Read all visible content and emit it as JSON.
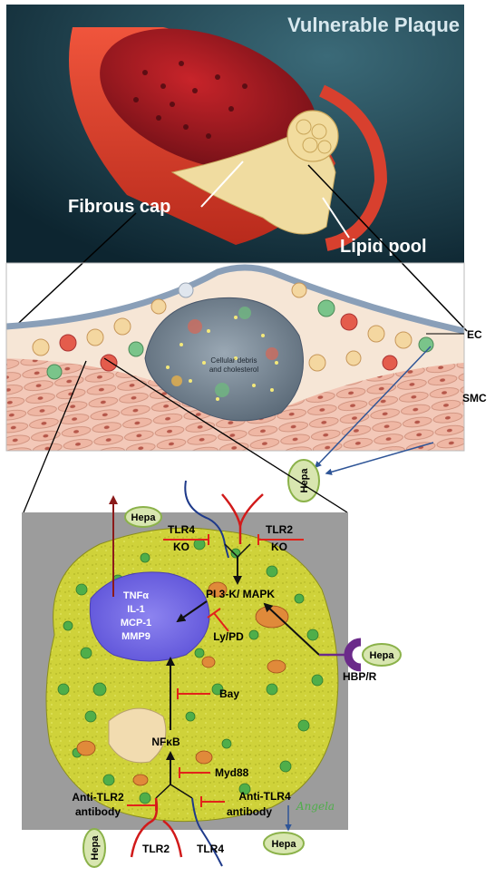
{
  "panel_top": {
    "title": "Vulnerable Plaque",
    "fibrous_cap_label": "Fibrous cap",
    "lipid_pool_label": "Lipid pool"
  },
  "panel_middle": {
    "core_label_line1": "Cellular debris",
    "core_label_line2": "and cholesterol",
    "ec_label": "EC",
    "smc_label": "SMC",
    "hepa_label": "Hepa"
  },
  "panel_cell": {
    "nucleus_lines": [
      "TNFα",
      "IL-1",
      "MCP-1",
      "MMP9"
    ],
    "pi3k_label": "PI 3-K/ MAPK",
    "lypd_label": "Ly/PD",
    "bay_label": "Bay",
    "nfkb_label": "NFκB",
    "myd88_label": "Myd88",
    "tlr4ko_line1": "TLR4",
    "tlr4ko_line2": "KO",
    "tlr2ko_line1": "TLR2",
    "tlr2ko_line2": "KO",
    "anti_tlr2_line1": "Anti-TLR2",
    "anti_tlr2_line2": "antibody",
    "anti_tlr4_line1": "Anti-TLR4",
    "anti_tlr4_line2": "antibody",
    "tlr2_label": "TLR2",
    "tlr4_label": "TLR4",
    "hbpr_label": "HBP/R",
    "hepa_top": "Hepa",
    "hepa_right": "Hepa",
    "hepa_bottom_left": "Hepa",
    "hepa_bottom_right": "Hepa",
    "signature": "Angela"
  },
  "colors": {
    "inhibitor": "#e2231a",
    "activation": "#111111",
    "secretion": "#8b1a1a",
    "hepa_fill": "#d8e6b0",
    "hepa_stroke": "#8bb24a",
    "tlr4_line": "#1e3a8a",
    "tlr2_line": "#d11a1a",
    "hbp_receptor": "#6b2a8a",
    "blue_arrow": "#2f5597"
  }
}
